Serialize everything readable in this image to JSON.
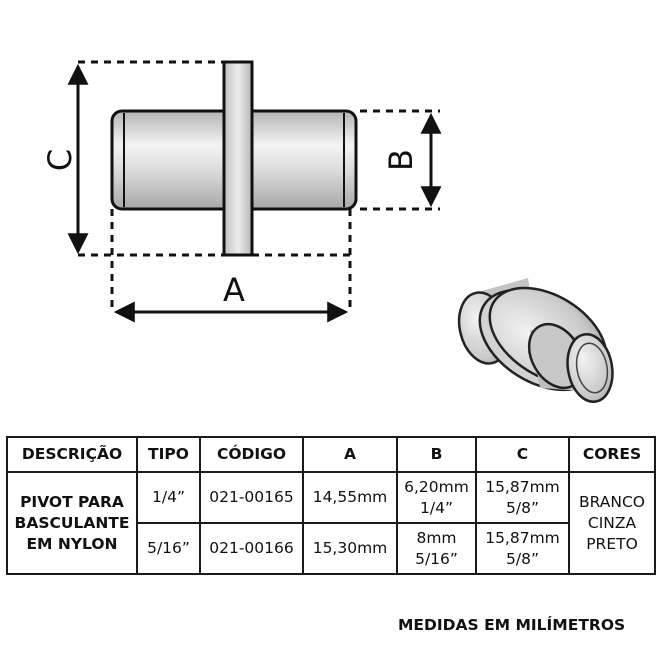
{
  "drawing": {
    "labels": {
      "a": "A",
      "b": "B",
      "c": "C"
    }
  },
  "table": {
    "headers": [
      "DESCRIÇÃO",
      "TIPO",
      "CÓDIGO",
      "A",
      "B",
      "C",
      "CORES"
    ],
    "description": [
      "PIVOT PARA",
      "BASCULANTE",
      "EM NYLON"
    ],
    "colors": [
      "BRANCO",
      "CINZA",
      "PRETO"
    ],
    "rows": [
      {
        "tipo": "1/4”",
        "codigo": "021-00165",
        "a": "14,55mm",
        "b": [
          "6,20mm",
          "1/4”"
        ],
        "c": [
          "15,87mm",
          "5/8”"
        ]
      },
      {
        "tipo": "5/16”",
        "codigo": "021-00166",
        "a": "15,30mm",
        "b": [
          "8mm",
          "5/16”"
        ],
        "c": [
          "15,87mm",
          "5/8”"
        ]
      }
    ]
  },
  "footer": {
    "note": "MEDIDAS EM MILÍMETROS"
  }
}
